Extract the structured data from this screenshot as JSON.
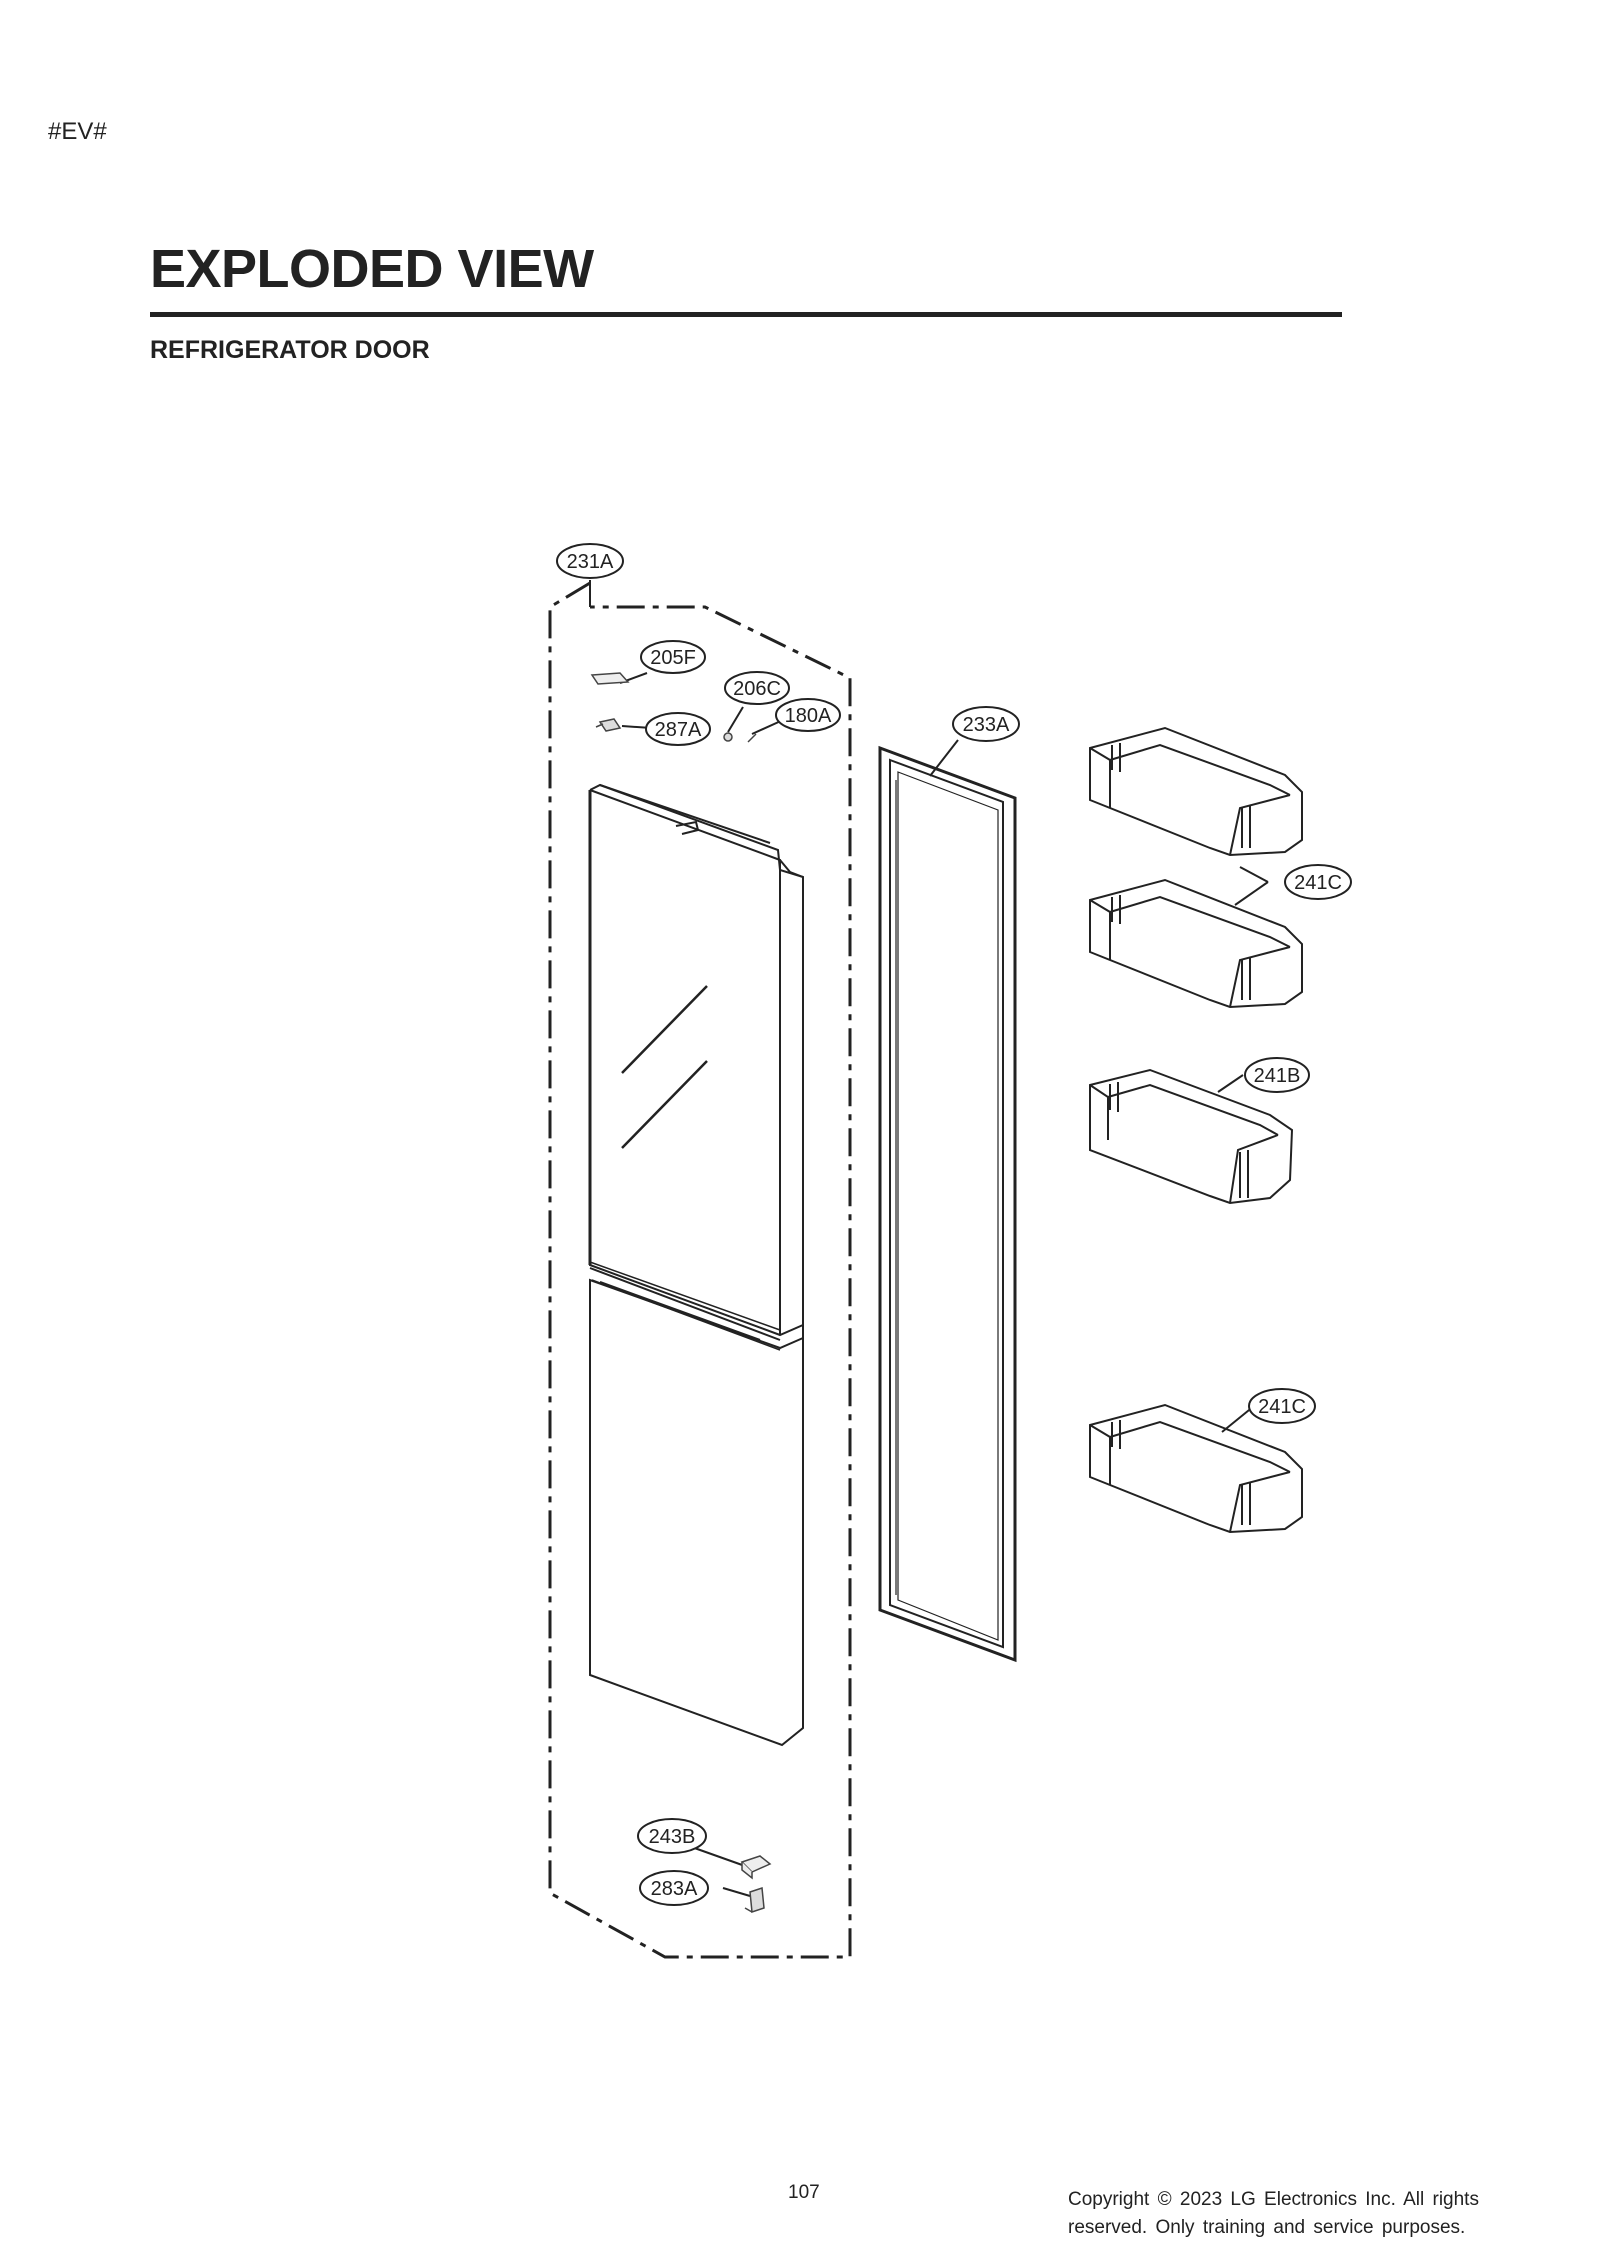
{
  "header": {
    "tag": "#EV#",
    "title": "EXPLODED VIEW",
    "subtitle": "REFRIGERATOR DOOR"
  },
  "parts": {
    "p231A": "231A",
    "p205F": "205F",
    "p206C": "206C",
    "p180A": "180A",
    "p287A": "287A",
    "p233A": "233A",
    "p241C_top": "241C",
    "p241B": "241B",
    "p241C_bottom": "241C",
    "p243B": "243B",
    "p283A": "283A"
  },
  "footer": {
    "page_number": "107",
    "copyright": "Copyright © 2023 LG Electronics Inc. All rights reserved. Only training and service purposes."
  }
}
